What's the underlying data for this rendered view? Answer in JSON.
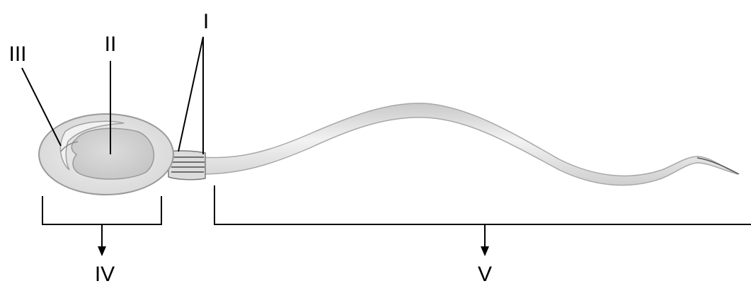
{
  "labels": {
    "I": "I",
    "II": "II",
    "III": "III",
    "IV": "IV",
    "V": "V"
  },
  "colors": {
    "line": "#000000",
    "cell_fill": "#e6e6e6",
    "cell_outline": "#9a9a9a",
    "nucleus_fill": "#d3d3d3",
    "background": "#ffffff"
  }
}
